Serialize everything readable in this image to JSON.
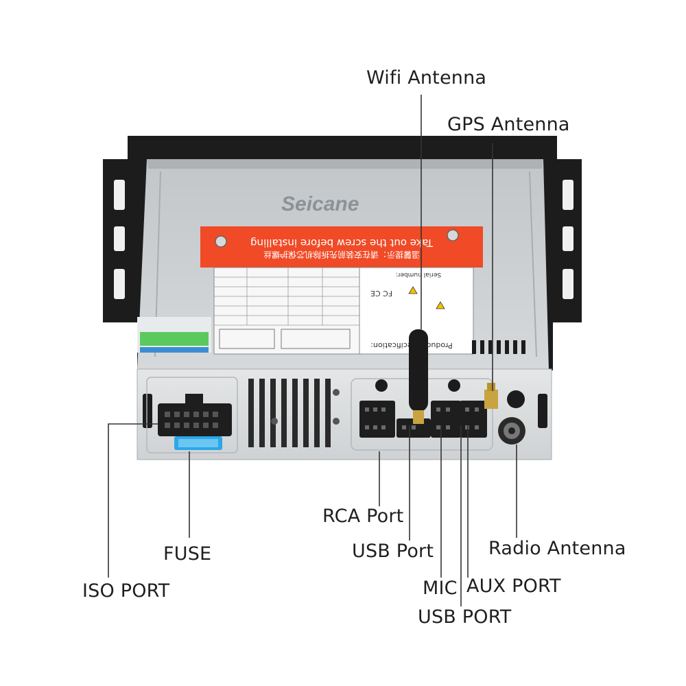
{
  "brand": "Seicane",
  "sticker": {
    "line_en": "Take out the screw before installing",
    "line_cn": "温馨提示：请在安装前先拆除机芯保护螺丝"
  },
  "spec_panel": {
    "title": "Product Specification:",
    "serial_label": "Serial number:",
    "fcc": "FC CE"
  },
  "callouts": {
    "wifi_antenna": "Wifi Antenna",
    "gps_antenna": "GPS Antenna",
    "rca_port": "RCA Port",
    "usb_port": "USB Port",
    "radio_antenna": "Radio Antenna",
    "fuse": "FUSE",
    "mic": "MIC",
    "aux_port": "AUX PORT",
    "iso_port": "ISO PORT",
    "usb_port_2": "USB PORT"
  },
  "colors": {
    "bracket": "#1c1c1c",
    "chassis": "#c9cdd0",
    "faceplate": "#d8dadc",
    "sticker": "#f04a26",
    "fuse": "#2aa8e8",
    "terminal": "#5cc95c",
    "line": "#333333"
  }
}
